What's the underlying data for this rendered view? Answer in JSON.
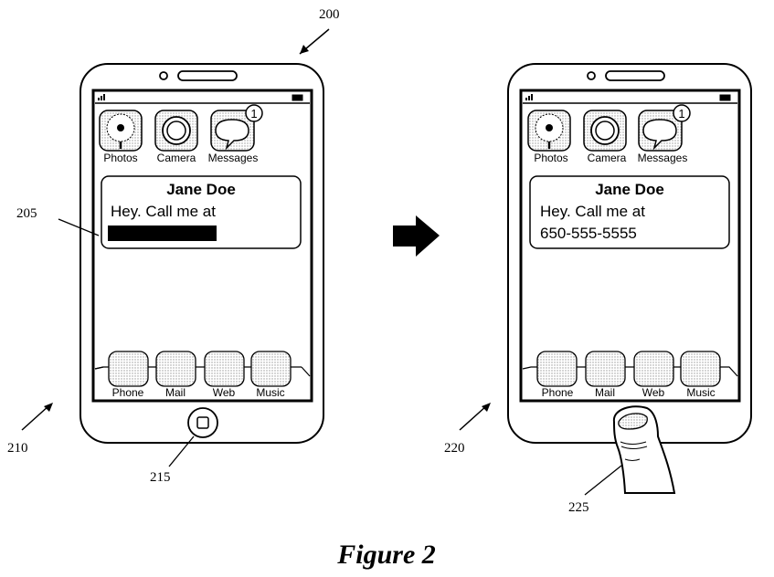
{
  "reference_numerals": {
    "device": "200",
    "notification": "205",
    "locked_phone": "210",
    "home_button": "215",
    "unlocked_phone": "220",
    "finger": "225"
  },
  "caption": "Figure 2",
  "phones": [
    {
      "state": "locked",
      "top_apps": [
        "Photos",
        "Camera",
        "Messages"
      ],
      "messages_badge": "1",
      "notification": {
        "sender": "Jane Doe",
        "text_line1": "Hey. Call me at",
        "text_line2": "",
        "number_redacted": true
      },
      "dock_apps": [
        "Phone",
        "Mail",
        "Web",
        "Music"
      ]
    },
    {
      "state": "unlocked",
      "top_apps": [
        "Photos",
        "Camera",
        "Messages"
      ],
      "messages_badge": "1",
      "notification": {
        "sender": "Jane Doe",
        "text_line1": "Hey. Call me at",
        "text_line2": "650-555-5555",
        "number_redacted": false
      },
      "dock_apps": [
        "Phone",
        "Mail",
        "Web",
        "Music"
      ]
    }
  ],
  "colors": {
    "line": "#000000",
    "stipple": "#cfcfcf",
    "redaction": "#000000"
  },
  "icons": {
    "photos": "sunflower-icon",
    "camera": "camera-lens-icon",
    "messages": "speech-bubble-icon",
    "transition": "right-arrow-icon",
    "finger": "finger-icon",
    "home": "home-button-icon"
  }
}
